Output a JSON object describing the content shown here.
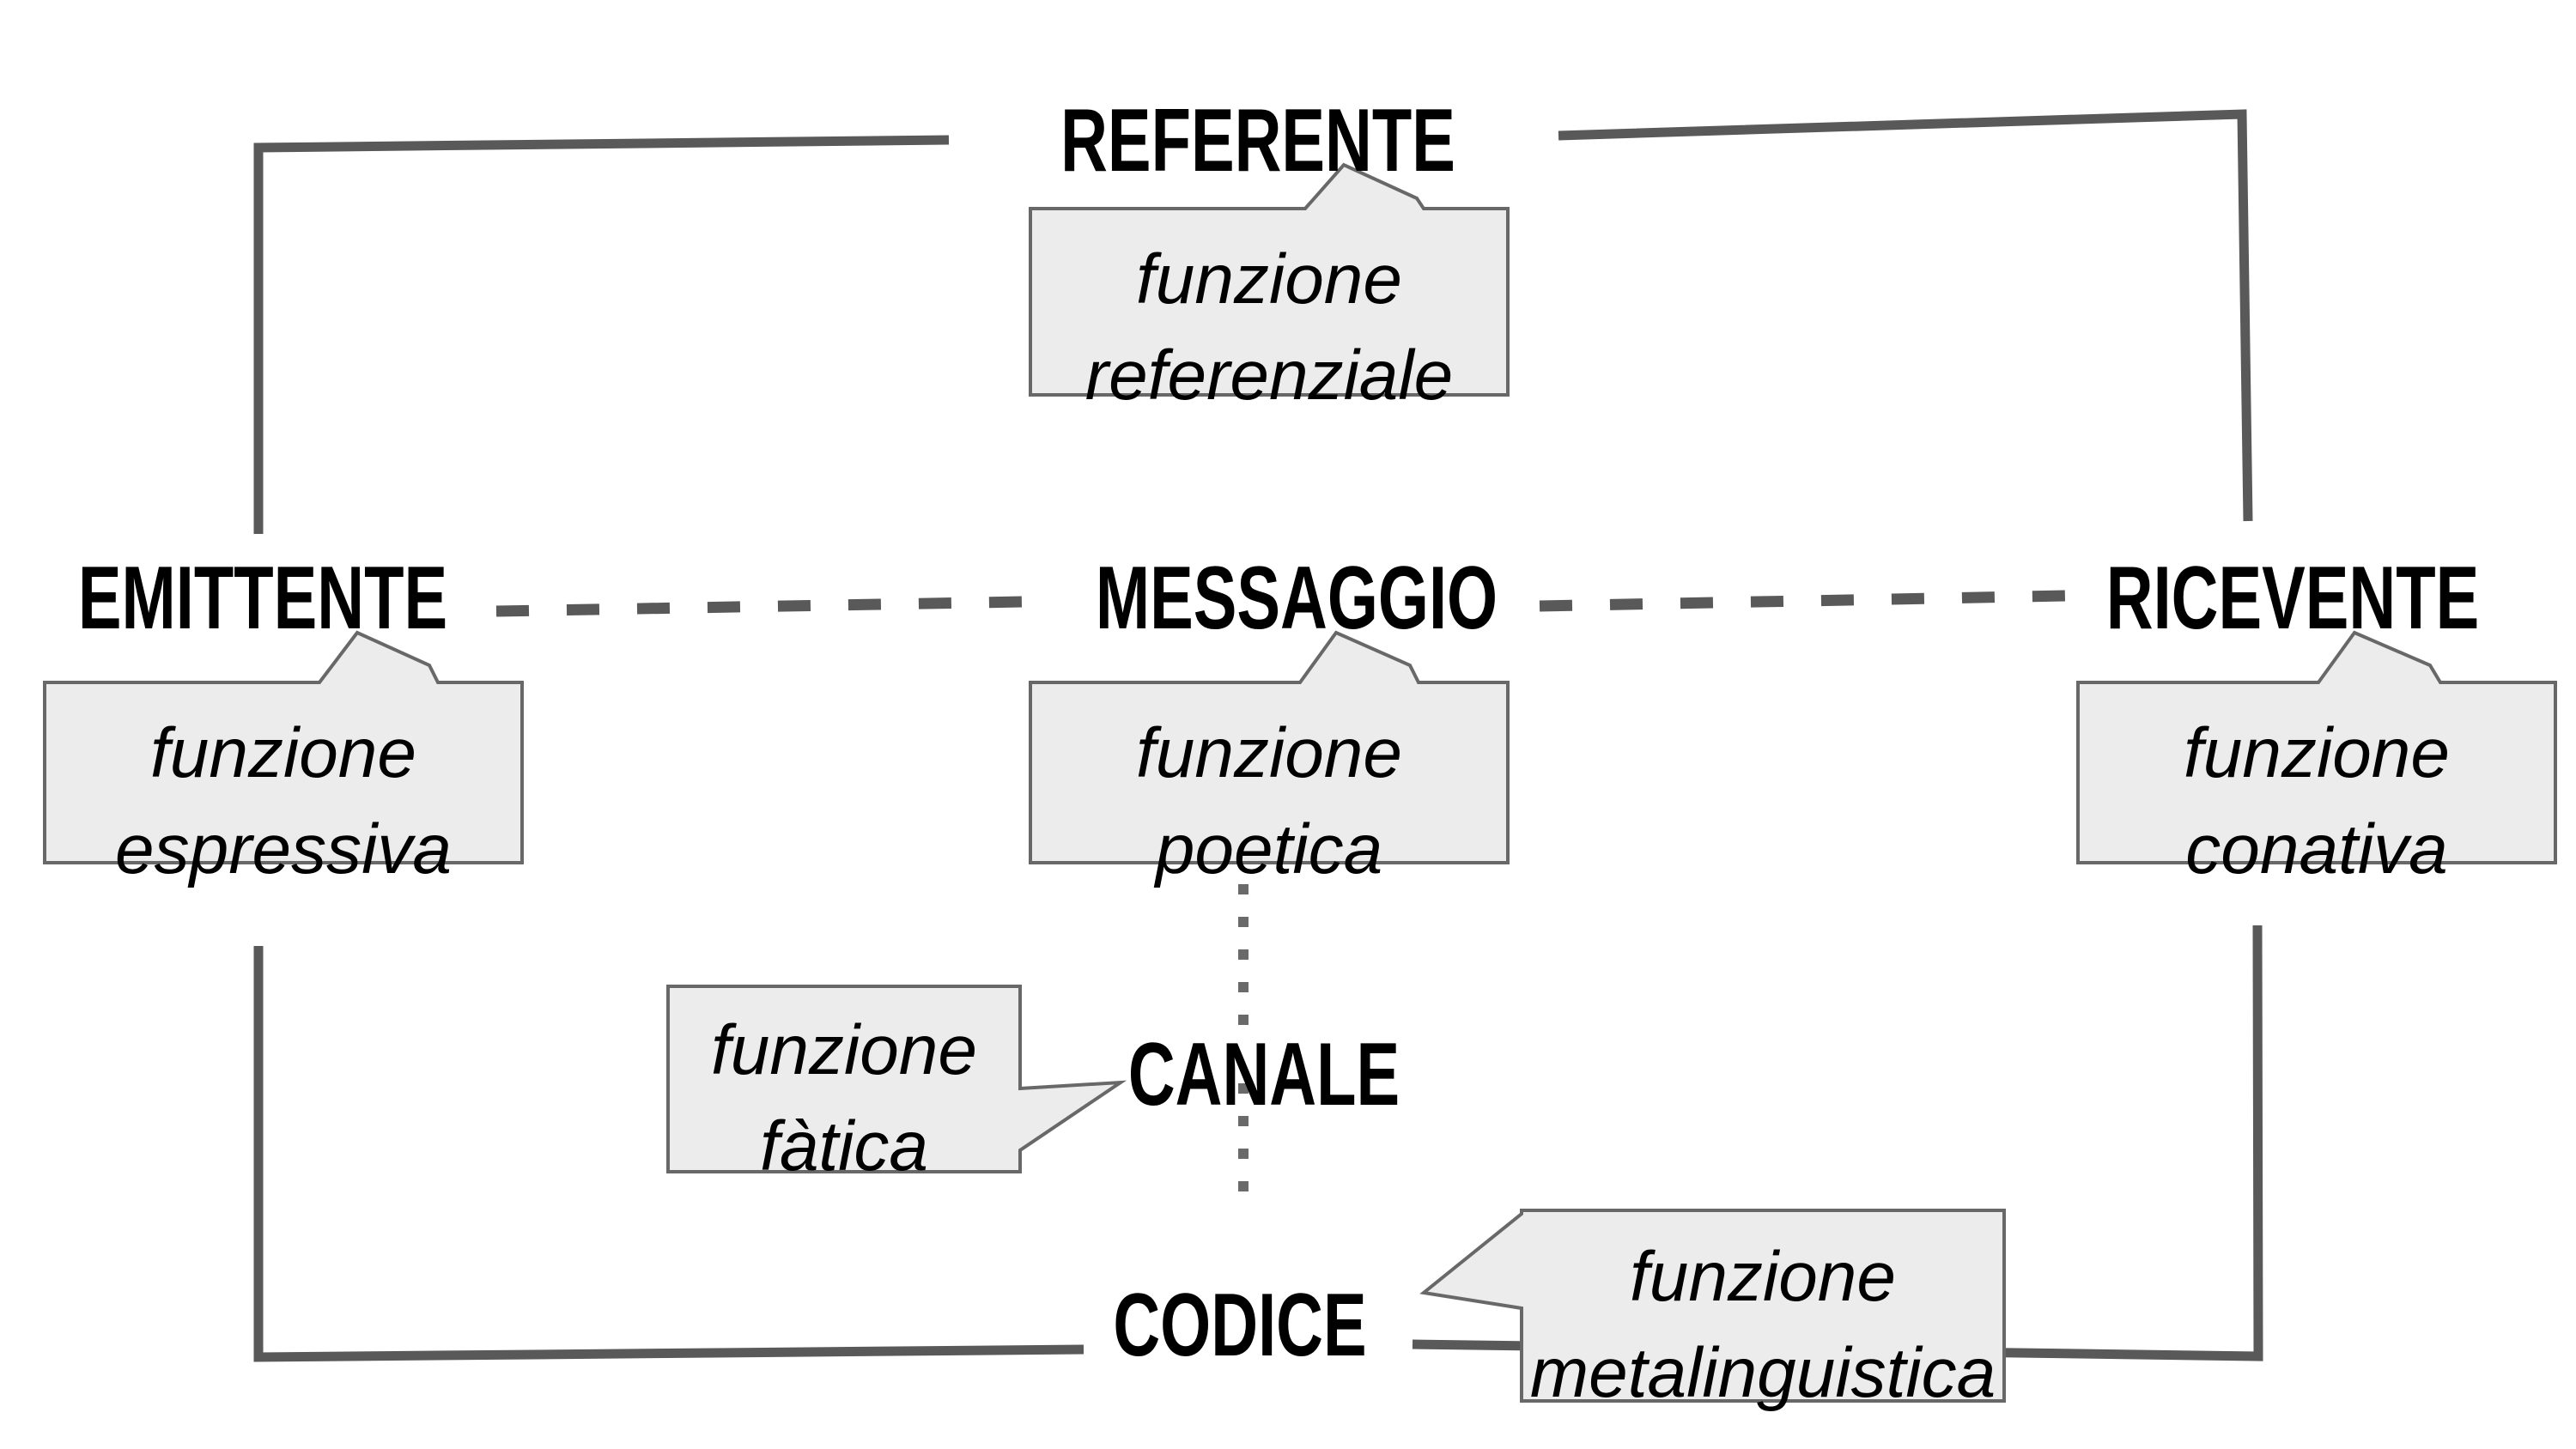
{
  "diagram": {
    "nodes": {
      "referente": {
        "label": "REFERENTE"
      },
      "emittente": {
        "label": "EMITTENTE"
      },
      "messaggio": {
        "label": "MESSAGGIO"
      },
      "ricevente": {
        "label": "RICEVENTE"
      },
      "canale": {
        "label": "CANALE"
      },
      "codice": {
        "label": "CODICE"
      }
    },
    "callouts": {
      "referenziale": {
        "lines": [
          "funzione",
          "referenziale"
        ]
      },
      "espressiva": {
        "lines": [
          "funzione",
          "espressiva"
        ]
      },
      "poetica": {
        "lines": [
          "funzione",
          "poetica"
        ]
      },
      "conativa": {
        "lines": [
          "funzione",
          "conativa"
        ]
      },
      "fatica": {
        "lines": [
          "funzione",
          "fàtica"
        ]
      },
      "metalinguistica": {
        "lines": [
          "funzione",
          "metalinguistica"
        ]
      }
    },
    "colors": {
      "connector": "#595959",
      "dotted": "#6a6a6a",
      "callout_fill": "#ececec",
      "callout_border": "#686868",
      "text": "#000000",
      "background": "#ffffff"
    }
  }
}
